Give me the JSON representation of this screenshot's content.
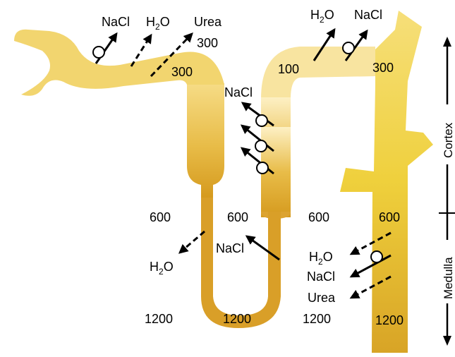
{
  "diagram": {
    "substances": {
      "nacl": "NaCl",
      "water_base": "H",
      "water_sub": "2",
      "water_tail": "O",
      "urea": "Urea"
    },
    "osmolarity": {
      "pct_urea": "300",
      "pct_bend": "300",
      "dct_start": "100",
      "dct_end": "300",
      "cortex_medulla_1": "600",
      "cortex_medulla_2": "600",
      "cortex_medulla_3": "600",
      "cortex_medulla_4": "600",
      "inner_1": "1200",
      "inner_2": "1200",
      "inner_3": "1200",
      "inner_4": "1200"
    },
    "regions": {
      "upper": "Cortex",
      "lower": "Medulla"
    },
    "colors": {
      "tubule_light": "#fbeaa2",
      "tubule_mid": "#eac24c",
      "tubule_dark": "#d59a1e",
      "collecting_duct": "#efd03c"
    }
  }
}
